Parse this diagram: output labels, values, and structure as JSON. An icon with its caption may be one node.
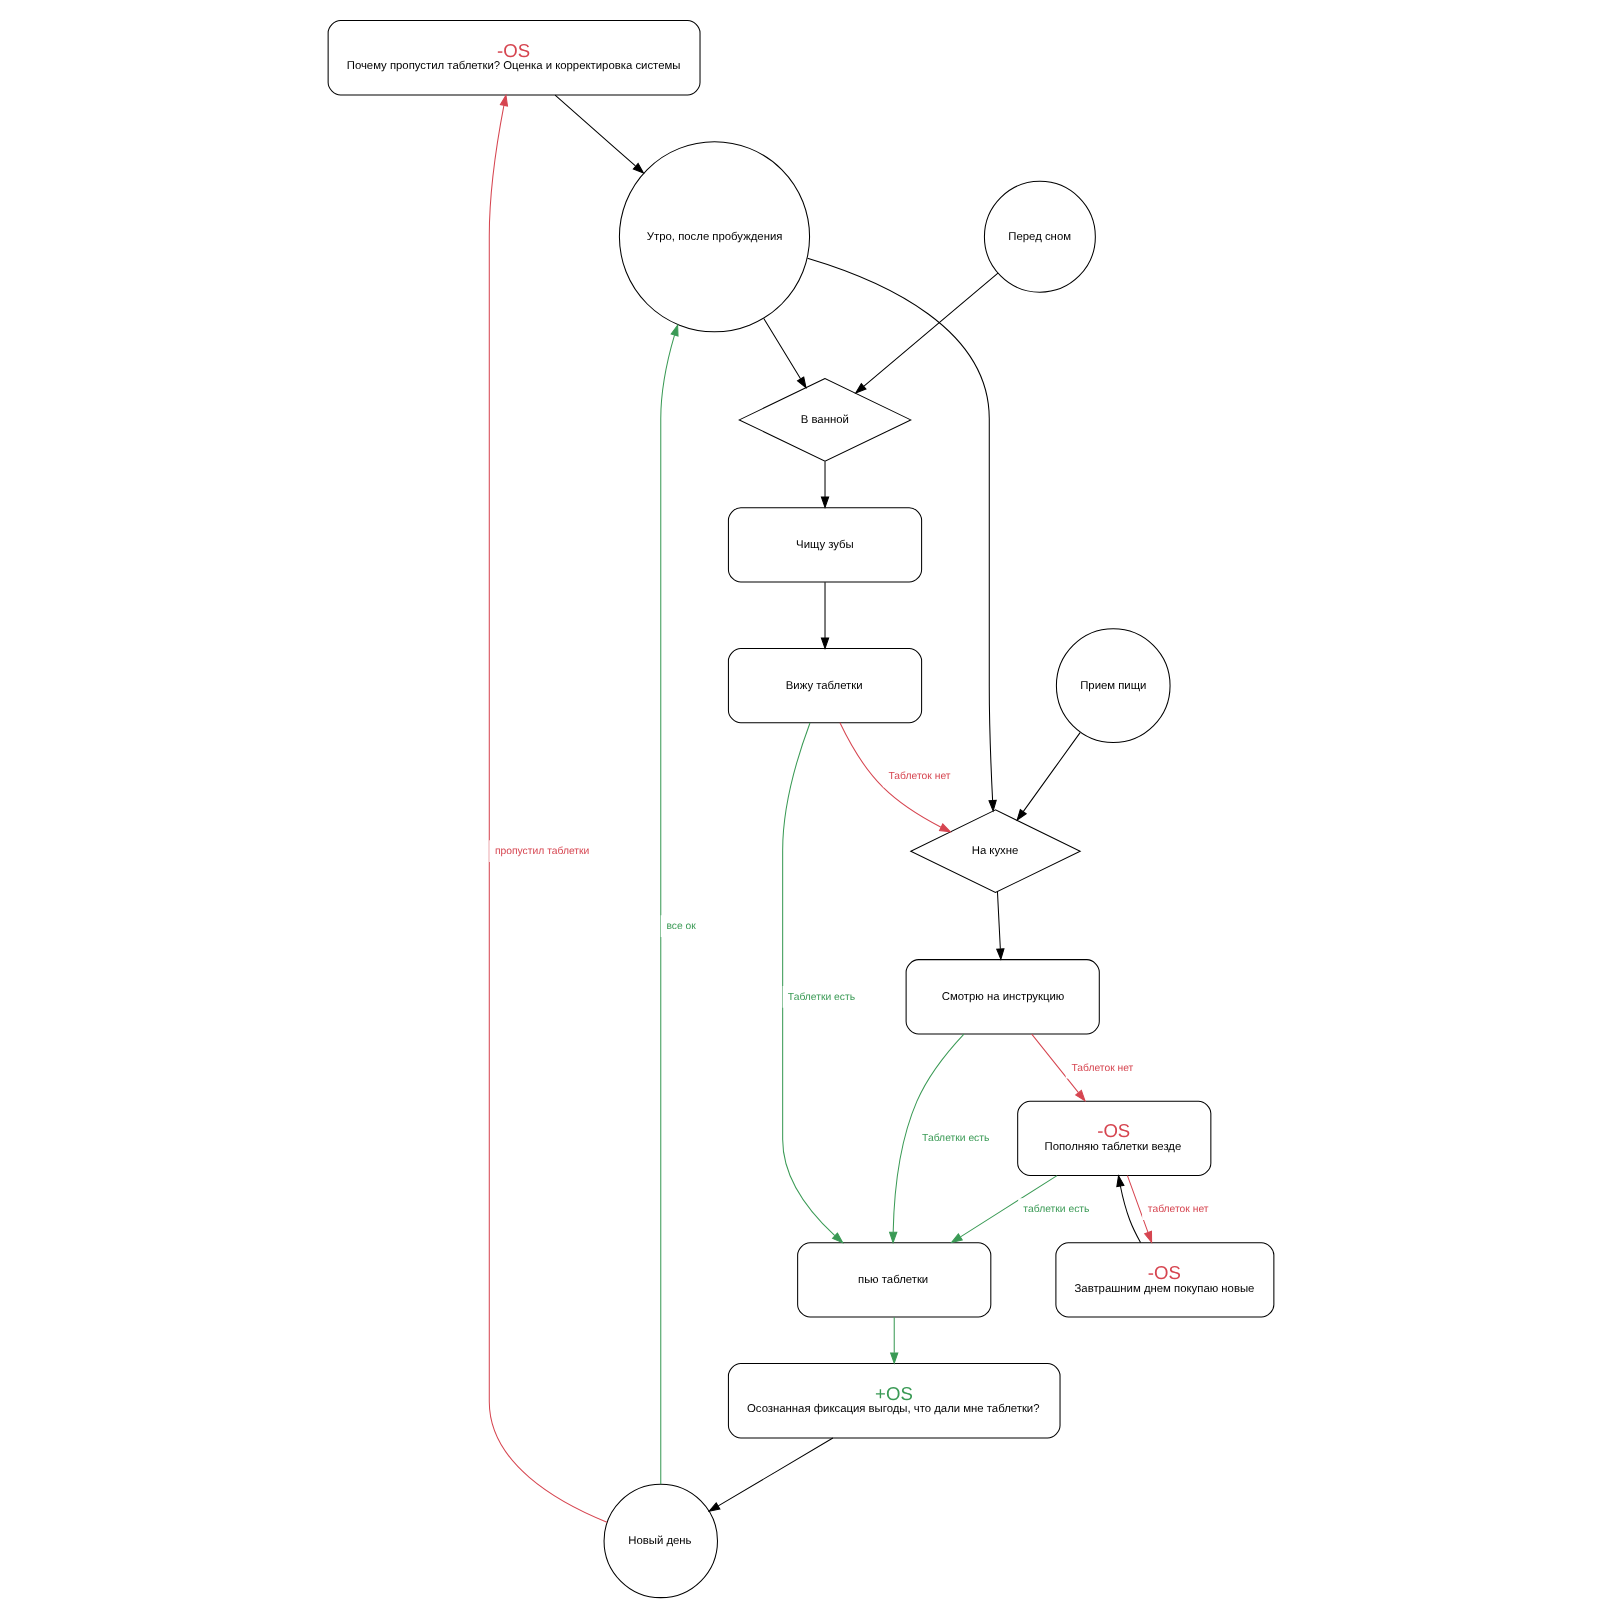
{
  "diagram": {
    "nodes": [
      {
        "text": [
          "-OS",
          "Почему пропустил таблетки? Оценка и корректировка системы"
        ]
      },
      {
        "text": [
          "Утро, после пробуждения"
        ]
      },
      {
        "text": [
          "Перед сном"
        ]
      },
      {
        "text": [
          "Прием пищи"
        ]
      },
      {
        "text": [
          "На кухне"
        ]
      },
      {
        "text": [
          "В ванной"
        ]
      },
      {
        "text": [
          "Новый день"
        ]
      },
      {
        "text": [
          "Смотрю на инструкцию"
        ]
      },
      {
        "text": [
          "Чищу зубы"
        ]
      },
      {
        "text": [
          "Вижу таблетки"
        ]
      },
      {
        "text": [
          "+OS",
          "Осознанная фиксация выгоды, что дали мне таблетки?"
        ]
      },
      {
        "text": [
          "-OS",
          "Пополняю таблетки везде"
        ]
      },
      {
        "text": [
          "пью таблетки"
        ]
      },
      {
        "text": [
          "-OS",
          "Завтрашним днем покупаю новые"
        ]
      }
    ],
    "edges": [
      {
        "from": 0,
        "to": 1,
        "arrow": "to"
      },
      {
        "from": 6,
        "to": 1,
        "arrow": "to",
        "label": "все ок",
        "color": "#3a9a55"
      },
      {
        "from": 6,
        "to": 0,
        "arrow": "to",
        "label": "пропустил таблетки",
        "color": "#d64550"
      },
      {
        "from": 1,
        "to": 4,
        "arrow": "to"
      },
      {
        "from": 1,
        "to": 5,
        "arrow": "to"
      },
      {
        "from": 2,
        "to": 5,
        "arrow": "to"
      },
      {
        "from": 3,
        "to": 4,
        "arrow": "to"
      },
      {
        "from": 4,
        "to": 7,
        "arrow": "to"
      },
      {
        "from": 5,
        "to": 8,
        "arrow": "to"
      },
      {
        "from": 8,
        "to": 9,
        "arrow": "to"
      },
      {
        "from": 9,
        "to": 4,
        "arrow": "to",
        "label": "Таблеток нет",
        "color": "#d64550"
      },
      {
        "from": 7,
        "to": 11,
        "arrow": "to",
        "label": "Таблеток нет",
        "color": "#d64550"
      },
      {
        "from": 7,
        "to": 12,
        "arrow": "to",
        "label": "Таблетки есть",
        "color": "#3a9a55"
      },
      {
        "from": 9,
        "to": 12,
        "arrow": "to",
        "label": "Таблетки есть",
        "color": "#3a9a55"
      },
      {
        "from": 11,
        "to": 12,
        "arrow": "to",
        "label": "таблетки есть",
        "color": "#3a9a55"
      },
      {
        "from": 11,
        "to": 13,
        "arrow": "to",
        "label": "таблеток нет",
        "color": "#d64550"
      },
      {
        "from": 13,
        "to": 11,
        "arrow": "to"
      },
      {
        "from": 12,
        "to": 10,
        "arrow": "to",
        "color": "#3a9a55"
      },
      {
        "from": 10,
        "to": 6,
        "arrow": "to"
      }
    ]
  }
}
